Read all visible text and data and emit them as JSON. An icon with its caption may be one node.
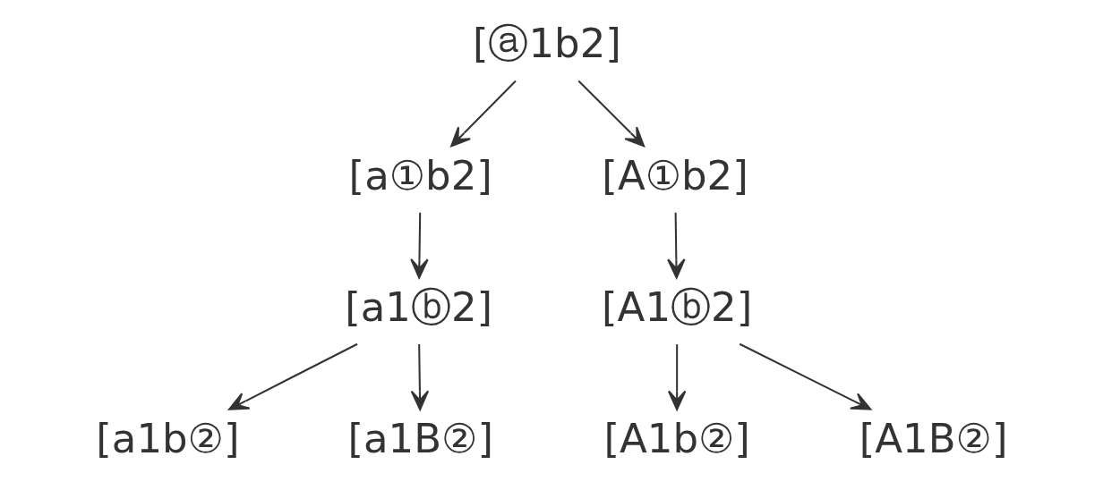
{
  "diagram": {
    "nodes": [
      {
        "text": [
          "[ⓐ1b2]"
        ]
      },
      {
        "text": [
          "[a①b2]"
        ]
      },
      {
        "text": [
          "[A①b2]"
        ]
      },
      {
        "text": [
          "[a1ⓑ2]"
        ]
      },
      {
        "text": [
          "[A1ⓑ2]"
        ]
      },
      {
        "text": [
          "[a1b②]"
        ]
      },
      {
        "text": [
          "[a1B②]"
        ]
      },
      {
        "text": [
          "[A1b②]"
        ]
      },
      {
        "text": [
          "[A1B②]"
        ]
      }
    ],
    "edges": [
      {
        "from": 0,
        "to": 1,
        "arrow": "to"
      },
      {
        "from": 0,
        "to": 2,
        "arrow": "to"
      },
      {
        "from": 1,
        "to": 3,
        "arrow": "to"
      },
      {
        "from": 2,
        "to": 4,
        "arrow": "to"
      },
      {
        "from": 3,
        "to": 5,
        "arrow": "to"
      },
      {
        "from": 3,
        "to": 6,
        "arrow": "to"
      },
      {
        "from": 4,
        "to": 7,
        "arrow": "to"
      },
      {
        "from": 4,
        "to": 8,
        "arrow": "to"
      }
    ]
  }
}
